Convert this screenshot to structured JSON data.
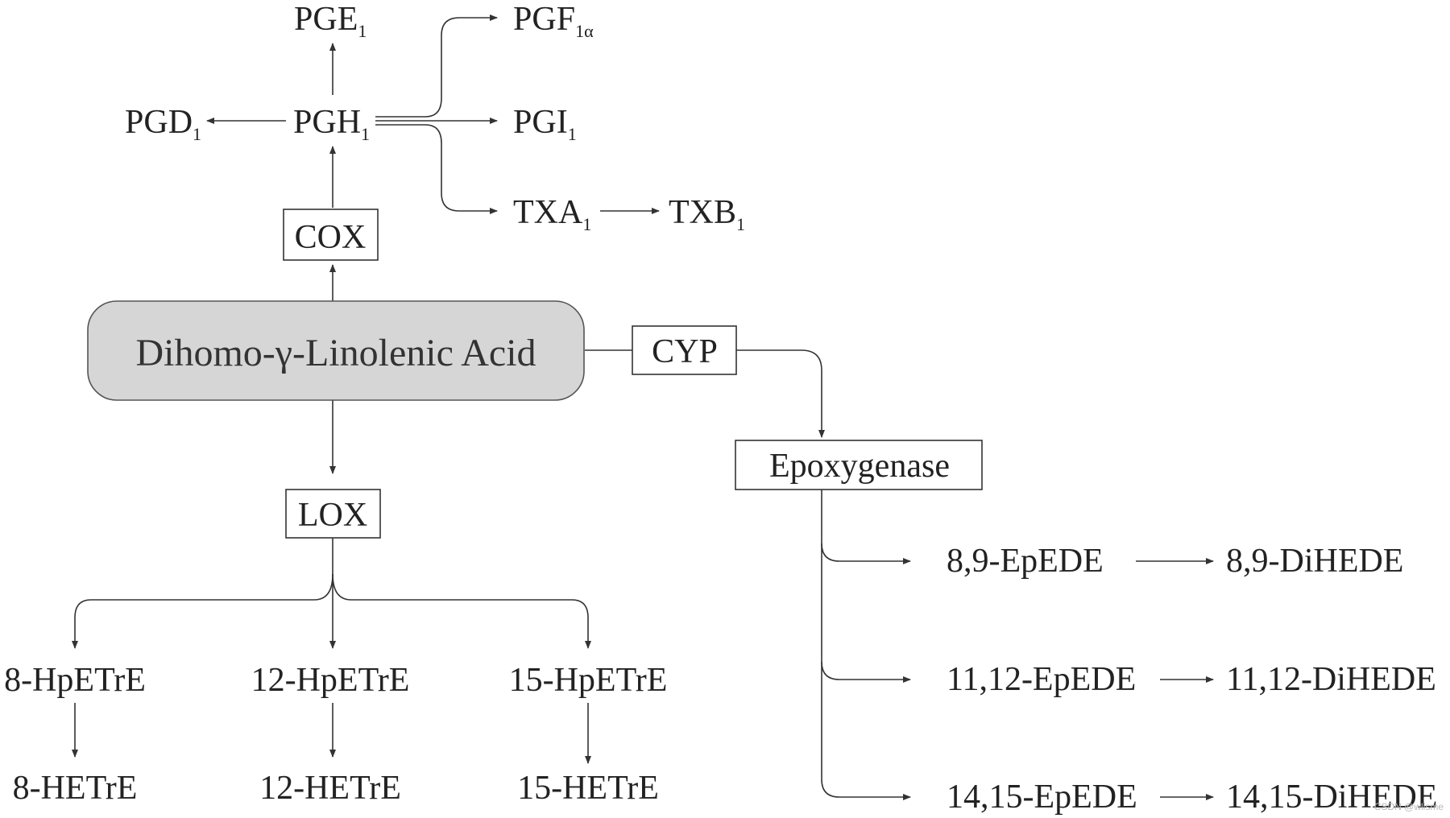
{
  "diagram": {
    "main_node": "Dihomo-γ-Linolenic Acid",
    "enzymes": {
      "cox": "COX",
      "cyp": "CYP",
      "lox": "LOX",
      "epoxygenase": "Epoxygenase"
    },
    "prostanoids": {
      "pgh": {
        "base": "PGH",
        "sub": "1"
      },
      "pge": {
        "base": "PGE",
        "sub": "1"
      },
      "pgd": {
        "base": "PGD",
        "sub": "1"
      },
      "pgf": {
        "base": "PGF",
        "sub": "1α"
      },
      "pgi": {
        "base": "PGI",
        "sub": "1"
      },
      "txa": {
        "base": "TXA",
        "sub": "1"
      },
      "txb": {
        "base": "TXB",
        "sub": "1"
      }
    },
    "lox_products": [
      {
        "hpetre": "8-HpETrE",
        "hetre": "8-HETrE"
      },
      {
        "hpetre": "12-HpETrE",
        "hetre": "12-HETrE"
      },
      {
        "hpetre": "15-HpETrE",
        "hetre": "15-HETrE"
      }
    ],
    "epoxygenase_products": [
      {
        "epede": "8,9-EpEDE",
        "dihede": "8,9-DiHEDE"
      },
      {
        "epede": "11,12-EpEDE",
        "dihede": "11,12-DiHEDE"
      },
      {
        "epede": "14,15-EpEDE",
        "dihede": "14,15-DiHEDE"
      }
    ],
    "watermark": "CSDN @wllsme"
  },
  "colors": {
    "main_fill": "#d6d6d6",
    "stroke": "#333333",
    "text": "#222222"
  }
}
